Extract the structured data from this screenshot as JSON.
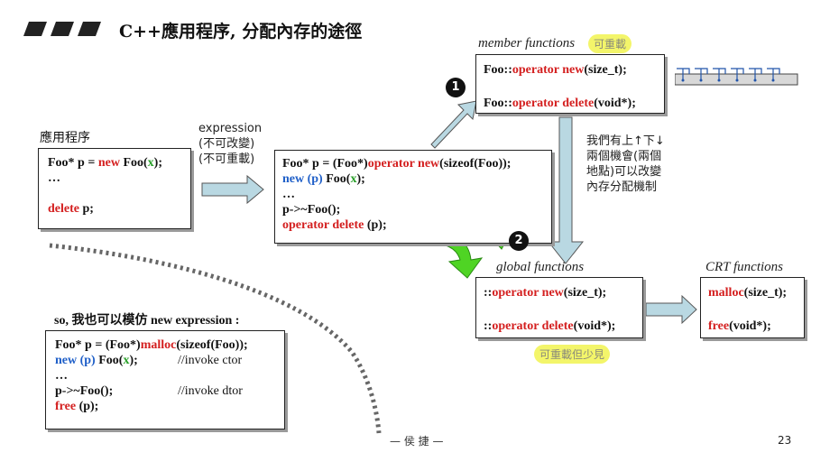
{
  "header": {
    "title": "C++應用程序, 分配內存的途徑"
  },
  "app_box": {
    "label": "應用程序",
    "line1_a": "Foo* p = ",
    "line1_new": "new",
    "line1_b": " Foo(",
    "line1_x": "x",
    "line1_c": ");",
    "line2": "…",
    "line3_delete": "delete",
    "line3_b": " p;"
  },
  "expression_note": {
    "line1": "expression",
    "line2": "(不可改變)",
    "line3": "(不可重載)"
  },
  "expr_box": {
    "l1_a": "Foo* p = (Foo*)",
    "l1_op": "operator new",
    "l1_b": "(sizeof(Foo));",
    "l2_new": "new (p)",
    "l2_b": " Foo(",
    "l2_x": "x",
    "l2_c": ");",
    "l3": "…",
    "l4": "p->~Foo();",
    "l5_op": "operator delete",
    "l5_b": " (p);"
  },
  "member": {
    "label": "member functions",
    "highlight": "可重載",
    "l1_a": "Foo::",
    "l1_op": "operator new",
    "l1_b": "(size_t);",
    "l2_a": "Foo::",
    "l2_op": "operator delete",
    "l2_b": "(void*);"
  },
  "note_right": {
    "line1": "我們有上↑下↓",
    "line2": "兩個機會(兩個",
    "line3": "地點)可以改變",
    "line4": "內存分配機制"
  },
  "global": {
    "label": "global functions",
    "l1_a": "::",
    "l1_op": "operator new",
    "l1_b": "(size_t);",
    "l2_a": "::",
    "l2_op": "operator delete",
    "l2_b": "(void*);",
    "highlight": "可重載但少見"
  },
  "crt": {
    "label": "CRT functions",
    "l1_fn": "malloc",
    "l1_b": "(size_t);",
    "l2_fn": "free",
    "l2_b": "(void*);"
  },
  "markers": {
    "one": "1",
    "two": "2"
  },
  "imitate": {
    "intro": "so, 我也可以模仿 new expression :"
  },
  "imitate_box": {
    "l1_a": "Foo* p = (Foo*)",
    "l1_fn": "malloc",
    "l1_b": "(sizeof(Foo));",
    "l2_new": "new (p)",
    "l2_b": " Foo(",
    "l2_x": "x",
    "l2_c": ");",
    "l2_comment": "//invoke ctor",
    "l3": "…",
    "l4": "p->~Foo();",
    "l4_comment": "//invoke dtor",
    "l5_fn": "free",
    "l5_b": " (p);"
  },
  "footer": {
    "author": "— 侯 捷 —",
    "page": "23"
  },
  "colors": {
    "keyword": "#d42020",
    "placement_new": "#1f5fc8",
    "arg": "#2aa02a",
    "arrow_fill": "#b9d8e2",
    "highlight": "#f3f56a",
    "green_arrow": "#4fd424"
  }
}
